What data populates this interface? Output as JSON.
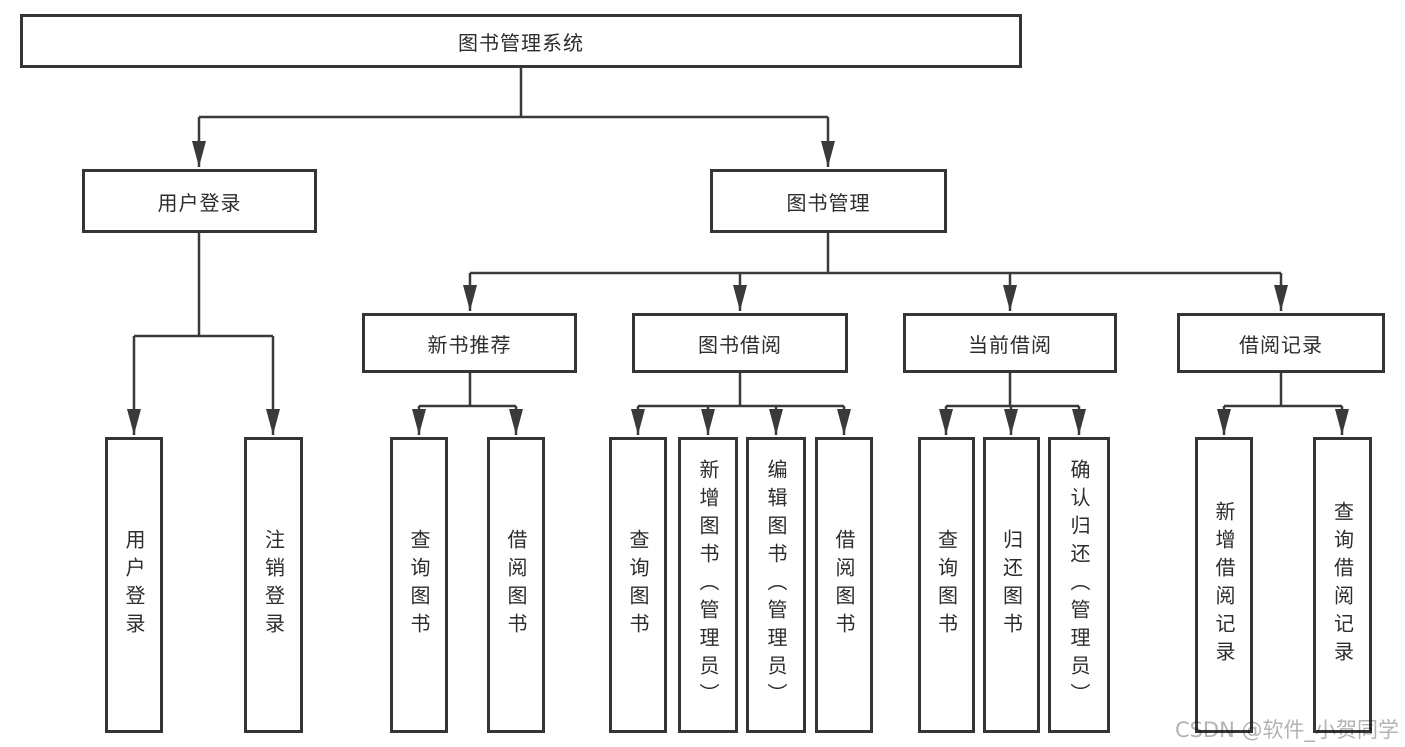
{
  "diagram": {
    "root": {
      "label": "图书管理系统"
    },
    "level2": [
      {
        "id": "user-login",
        "label": "用户登录"
      },
      {
        "id": "book-management",
        "label": "图书管理"
      }
    ],
    "level3": [
      {
        "id": "new-book-recommend",
        "label": "新书推荐"
      },
      {
        "id": "book-borrowing",
        "label": "图书借阅"
      },
      {
        "id": "current-borrowing",
        "label": "当前借阅"
      },
      {
        "id": "borrowing-records",
        "label": "借阅记录"
      }
    ],
    "leaves": {
      "user_login": [
        {
          "label": "用户登录"
        },
        {
          "label": "注销登录"
        }
      ],
      "new_book_recommend": [
        {
          "label": "查询图书"
        },
        {
          "label": "借阅图书"
        }
      ],
      "book_borrowing": [
        {
          "label": "查询图书"
        },
        {
          "label": "新增图书（管理员）"
        },
        {
          "label": "编辑图书（管理员）"
        },
        {
          "label": "借阅图书"
        }
      ],
      "current_borrowing": [
        {
          "label": "查询图书"
        },
        {
          "label": "归还图书"
        },
        {
          "label": "确认归还（管理员）"
        }
      ],
      "borrowing_records": [
        {
          "label": "新增借阅记录"
        },
        {
          "label": "查询借阅记录"
        }
      ]
    }
  },
  "watermark": "CSDN @软件_小贺同学",
  "colors": {
    "line": "#3a3a3a",
    "border": "#353535",
    "text": "#2d2d2d",
    "watermark": "#b3b3b3",
    "background": "#ffffff"
  }
}
